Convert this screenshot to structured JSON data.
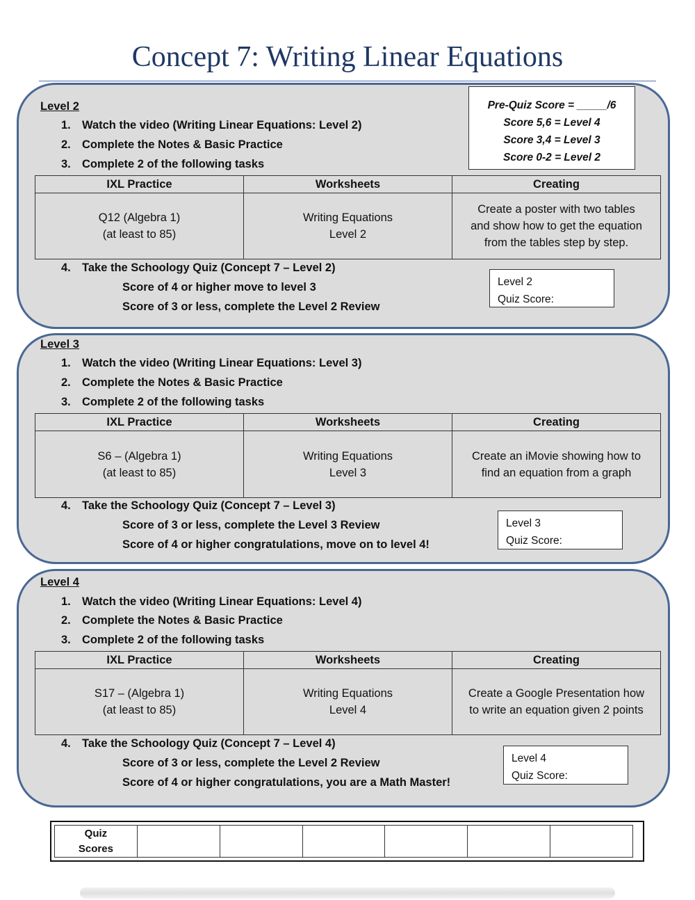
{
  "title": "Concept 7:  Writing Linear Equations",
  "prequiz": {
    "line1": "Pre-Quiz Score = _____/6",
    "line2": "Score 5,6 = Level 4",
    "line3": "Score  3,4 = Level 3",
    "line4": "Score 0-2 = Level 2"
  },
  "headers": [
    "IXL Practice",
    "Worksheets",
    "Creating"
  ],
  "levels": [
    {
      "label": "Level 2",
      "steps": [
        "Watch the video (Writing Linear Equations:  Level 2)",
        "Complete the Notes & Basic Practice",
        "Complete 2 of the following tasks",
        "Take the Schoology Quiz (Concept 7 – Level 2)"
      ],
      "ixl": [
        "Q12 (Algebra 1)",
        "(at least to 85)"
      ],
      "worksheet": [
        "Writing Equations",
        "Level 2"
      ],
      "creating": [
        "Create a poster with two tables",
        "and show how to get the equation",
        "from the tables step by step."
      ],
      "subs": [
        "Score of 4 or higher move to level 3",
        "Score of 3 or less, complete the Level 2 Review"
      ],
      "box": [
        "Level 2",
        "Quiz Score:"
      ]
    },
    {
      "label": "Level 3",
      "steps": [
        "Watch the video (Writing Linear Equations:  Level 3)",
        "Complete the Notes & Basic Practice",
        "Complete 2 of the following tasks",
        "Take the Schoology Quiz (Concept 7 – Level 3)"
      ],
      "ixl": [
        "S6 – (Algebra 1)",
        "(at least to 85)"
      ],
      "worksheet": [
        "Writing Equations",
        "Level 3"
      ],
      "creating": [
        "Create an iMovie showing how to",
        "find an equation from a graph"
      ],
      "subs": [
        "Score of 3 or less, complete the Level 3 Review",
        "Score of 4 or higher congratulations, move on to level 4!"
      ],
      "box": [
        "Level 3",
        "Quiz Score:"
      ]
    },
    {
      "label": "Level 4",
      "steps": [
        "Watch the video (Writing Linear Equations:  Level 4)",
        "Complete the Notes & Basic Practice",
        "Complete 2 of the following tasks",
        "Take the Schoology Quiz (Concept 7 – Level 4)"
      ],
      "ixl": [
        "S17 – (Algebra 1)",
        "(at least to 85)"
      ],
      "worksheet": [
        "Writing Equations",
        "Level 4"
      ],
      "creating": [
        "Create a Google Presentation how",
        "to write an equation given 2 points"
      ],
      "subs": [
        "Score of 3 or less, complete the Level 2 Review",
        "Score of 4 or higher congratulations, you are a Math Master!"
      ],
      "box": [
        "Level 4",
        "Quiz Score:"
      ]
    }
  ],
  "step_numbers": [
    "1.",
    "2.",
    "3.",
    "4."
  ],
  "quiz_scores": {
    "label_line1": "Quiz",
    "label_line2": "Scores"
  }
}
